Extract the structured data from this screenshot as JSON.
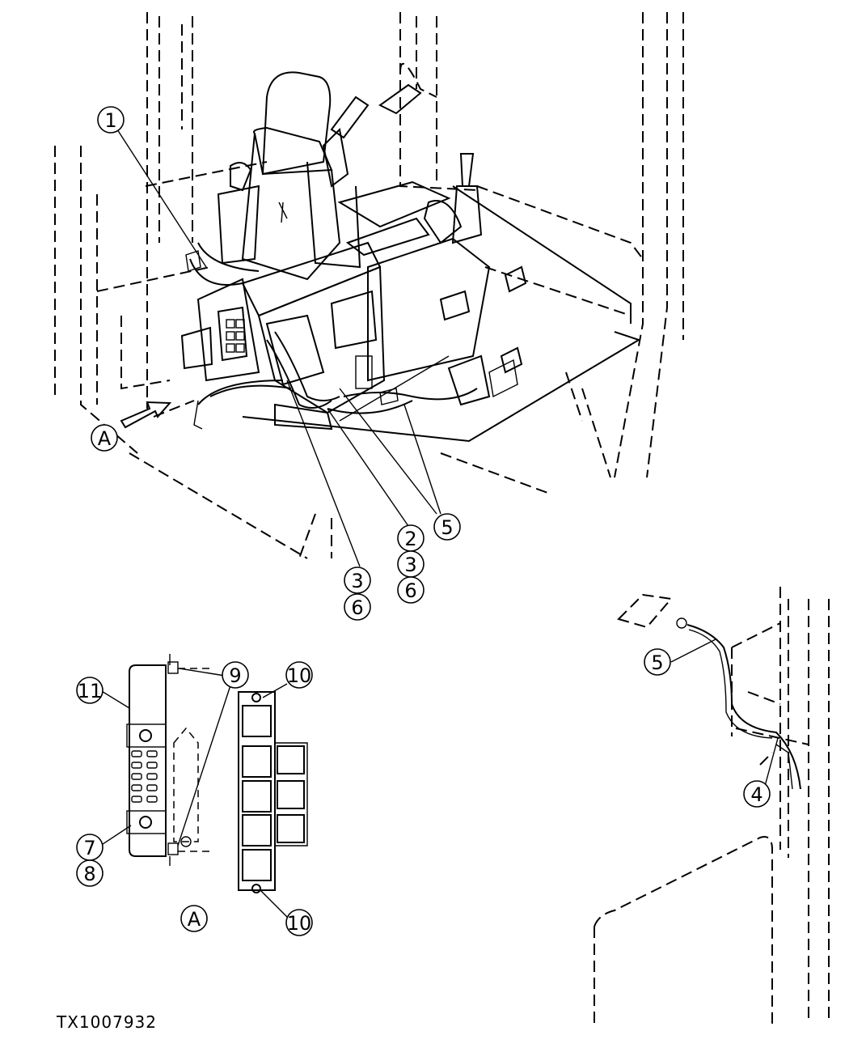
{
  "figure_id": "TX1007932",
  "callouts": {
    "c1": "1",
    "c2": "2",
    "c3a": "3",
    "c6a": "6",
    "c3b": "3",
    "c6b": "6",
    "c5a": "5",
    "c5b": "5",
    "c4": "4",
    "c7": "7",
    "c8": "8",
    "c9": "9",
    "c10a": "10",
    "c10b": "10",
    "c11": "11",
    "viewA_arrow": "A",
    "viewA_label": "A"
  }
}
